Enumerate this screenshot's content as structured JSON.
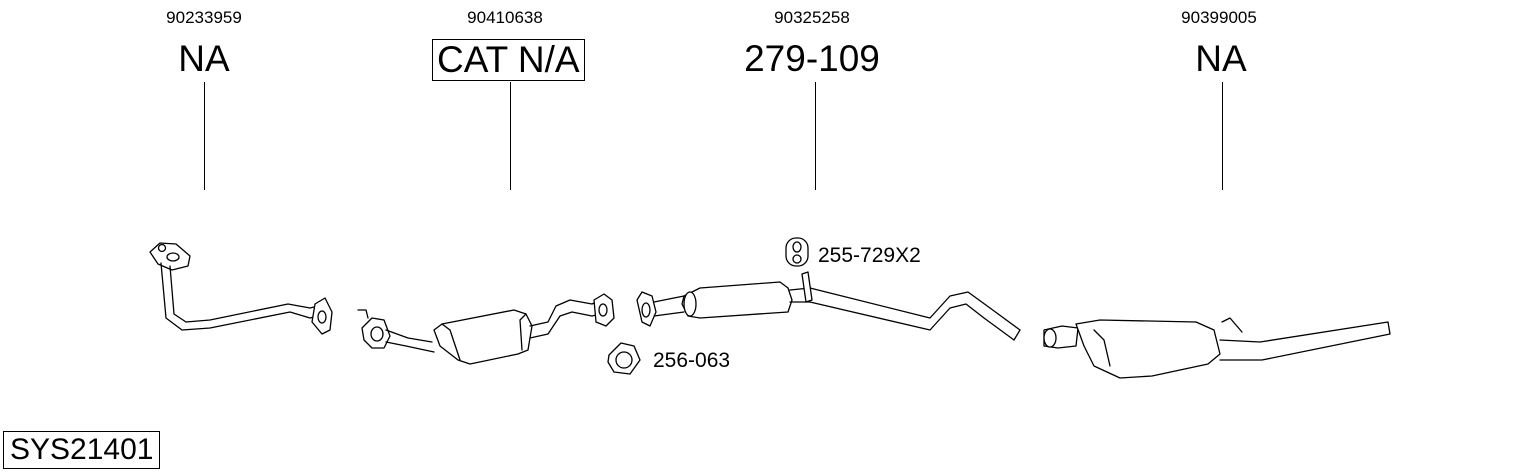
{
  "columns": [
    {
      "oem": "90233959",
      "part": "NA"
    },
    {
      "oem": "90410638",
      "part": "CAT N/A"
    },
    {
      "oem": "90325258",
      "part": "279-109"
    },
    {
      "oem": "90399005",
      "part": "NA"
    }
  ],
  "accessories": [
    {
      "label": "255-729X2",
      "icon": "rubber-hanger-icon"
    },
    {
      "label": "256-063",
      "icon": "gasket-icon"
    }
  ],
  "system_code": "SYS21401"
}
